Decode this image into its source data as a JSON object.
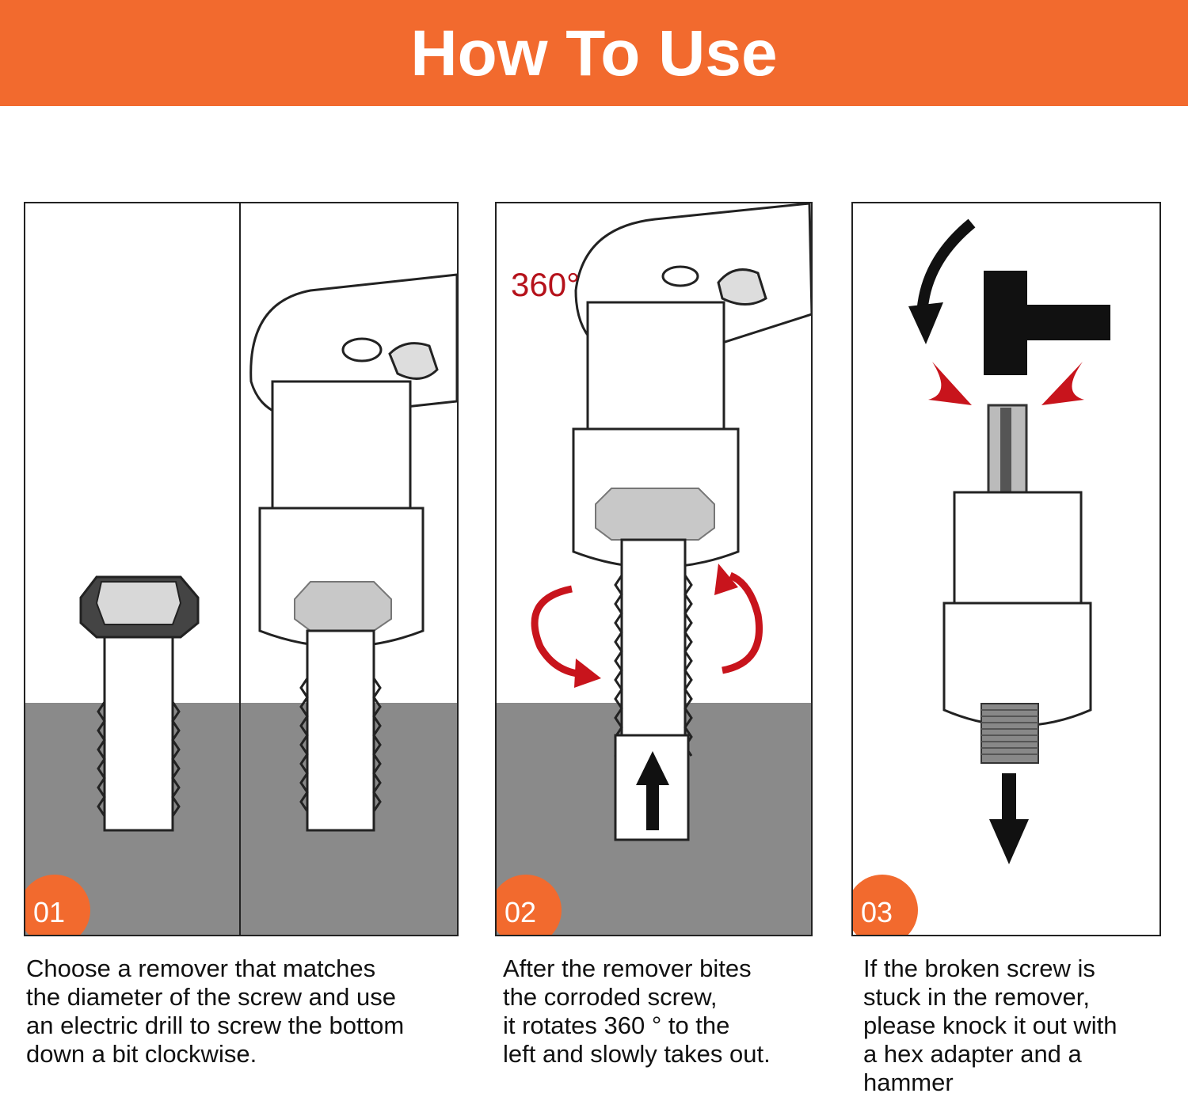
{
  "header": {
    "title": "How To Use",
    "color": "#f26a2e"
  },
  "colors": {
    "accent": "#f26a2e",
    "ground": "#8a8a8a",
    "arrow_red": "#c8141c",
    "outline": "#222222"
  },
  "steps": [
    {
      "number": "01",
      "caption": "Choose a remover that matches\nthe diameter of the screw and use\nan electric drill to screw the bottom\ndown a bit clockwise."
    },
    {
      "number": "02",
      "label": "360°",
      "caption": "After the remover bites\nthe corroded screw,\nit rotates 360 ° to the\nleft and slowly takes out."
    },
    {
      "number": "03",
      "caption": "If the broken screw is\nstuck in the remover,\nplease knock it out with\na hex adapter and a\nhammer"
    }
  ],
  "icons": [
    "bolt-icon",
    "socket-remover-icon",
    "rotate-arrow-icon",
    "up-arrow-icon",
    "hammer-icon",
    "down-arrow-icon",
    "hex-adapter-icon"
  ]
}
